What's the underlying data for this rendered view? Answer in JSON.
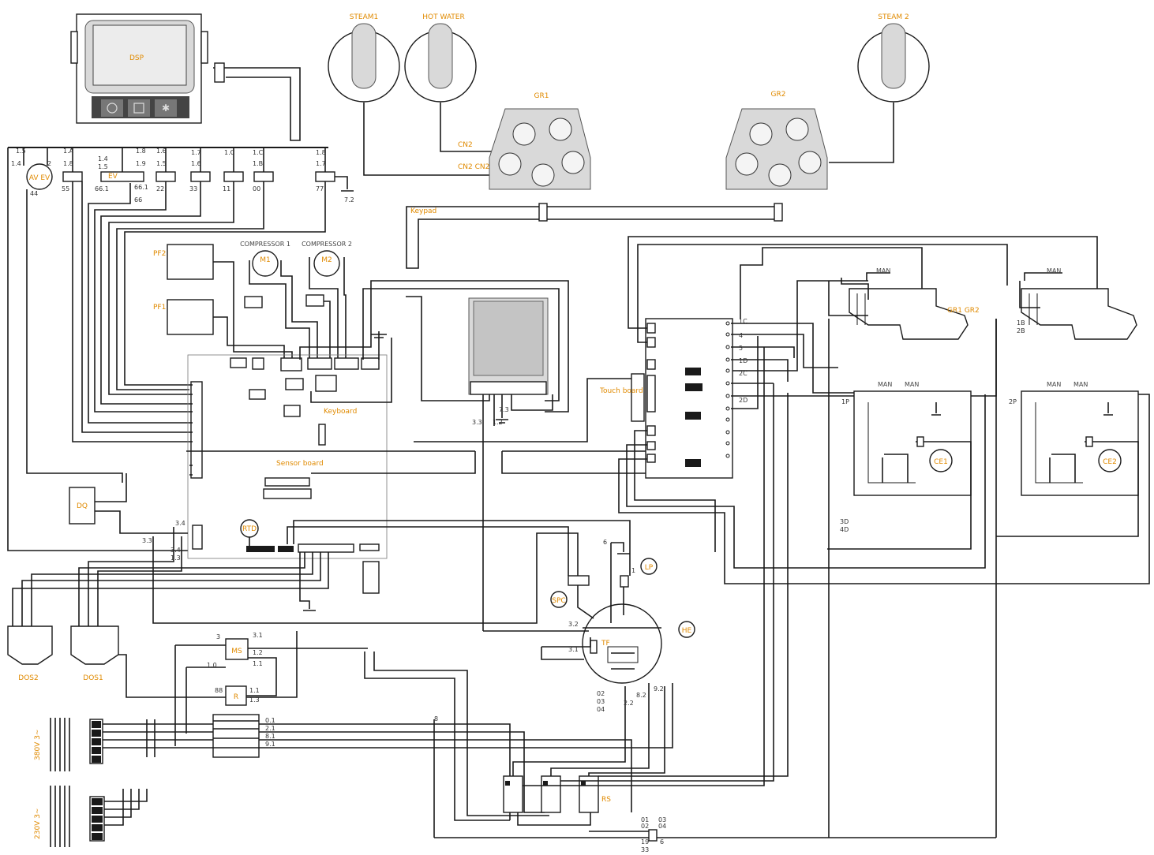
{
  "components": {
    "dsp": "DSP",
    "steam1": "STEAM1",
    "hot_water": "HOT WATER",
    "steam2": "STEAM 2",
    "gr1": "GR1",
    "gr2": "GR2",
    "comp1": "COMPRESSOR 1",
    "comp2": "COMPRESSOR 2",
    "m1": "M1",
    "m2": "M2",
    "pf2": "PF2",
    "pf1": "PF1",
    "rtd": "RTD",
    "lp": "LP",
    "spc": "SPC",
    "he": "HE",
    "tf": "TF",
    "ms": "MS",
    "ce1": "CE1",
    "ce2": "CE2",
    "gr1gr2": "GR1 GR2",
    "dq": "DQ",
    "dos2": "DOS2",
    "dos1": "DOS1",
    "rs": "RS",
    "r": "R",
    "volt380": "380V 3~",
    "volt230": "230V 3~",
    "keyboard": "Keyboard",
    "sensor_board": "Sensor board",
    "board_small": "Touch board",
    "cn2": "CN2",
    "cn2cn2": "CN2 CN2",
    "keypad": "Keypad",
    "av_ev": "AV EV",
    "ev_label": "EV",
    "mv1": "MAN",
    "mv2": "MAN",
    "mv3": "MAN",
    "mv4": "MAN",
    "mv5": "MAN",
    "mv6": "MAN"
  },
  "wire_labels": [
    "1.5",
    "1.4",
    "2",
    "1.A",
    "1.8",
    "1.8",
    "1.6",
    "1.7",
    "1.C",
    "1.C",
    "1.8",
    "1.9",
    "1.4",
    "1.5",
    "1.5",
    "1.6",
    "1.B",
    "1.7",
    "55",
    "66.1",
    "66.1",
    "22",
    "33",
    "11",
    "00",
    "77",
    "7.2",
    "66",
    "44",
    "3.3",
    "1.2",
    "7.3",
    "3.4",
    "3.3",
    "3.4",
    "1.3",
    "3.2",
    "3.1",
    "6",
    "1",
    "1.2",
    "1.1",
    "1.0",
    "3",
    "3.1",
    "88",
    "1.1",
    "1.3",
    "0.1",
    "2.1",
    "8.1",
    "9.1",
    "02",
    "03",
    "04",
    "2.2",
    "8.2",
    "9.2",
    "1C",
    "4",
    "5",
    "1D",
    "2C",
    "2D",
    "3D",
    "4D",
    "1B",
    "2B",
    "1P",
    "2P",
    "19",
    "33",
    "6",
    "8",
    "01",
    "02",
    "03",
    "04"
  ]
}
